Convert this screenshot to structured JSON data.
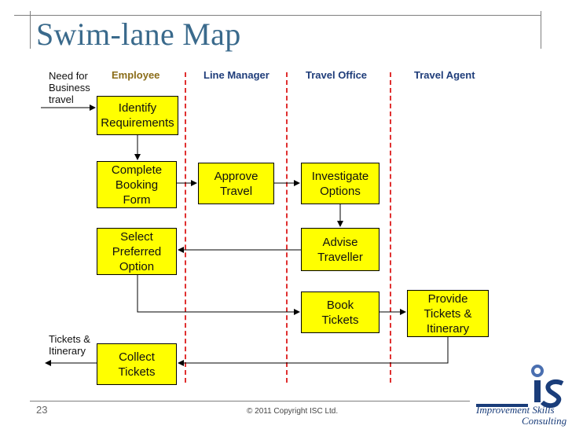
{
  "slide": {
    "title": "Swim-lane Map",
    "page_number": "23",
    "copyright": "© 2011 Copyright ISC Ltd.",
    "logo": {
      "tagline": "Improvement Skills",
      "sub": "Consulting",
      "mark": "IS"
    }
  },
  "lanes": [
    "Employee",
    "Line Manager",
    "Travel Office",
    "Travel Agent"
  ],
  "labels": {
    "start": "Need for\nBusiness\ntravel",
    "end": "Tickets &\nItinerary"
  },
  "boxes": {
    "identify": "Identify\nRequirements",
    "complete": "Complete\nBooking\nForm",
    "approve": "Approve\nTravel",
    "investigate": "Investigate\nOptions",
    "advise": "Advise\nTraveller",
    "select": "Select\nPreferred\nOption",
    "book": "Book\nTickets",
    "provide": "Provide\nTickets &\nItinerary",
    "collect": "Collect\nTickets"
  },
  "colors": {
    "box_fill": "#ffff00",
    "lane_divider": "#e03030",
    "title": "#3a6a8c"
  }
}
